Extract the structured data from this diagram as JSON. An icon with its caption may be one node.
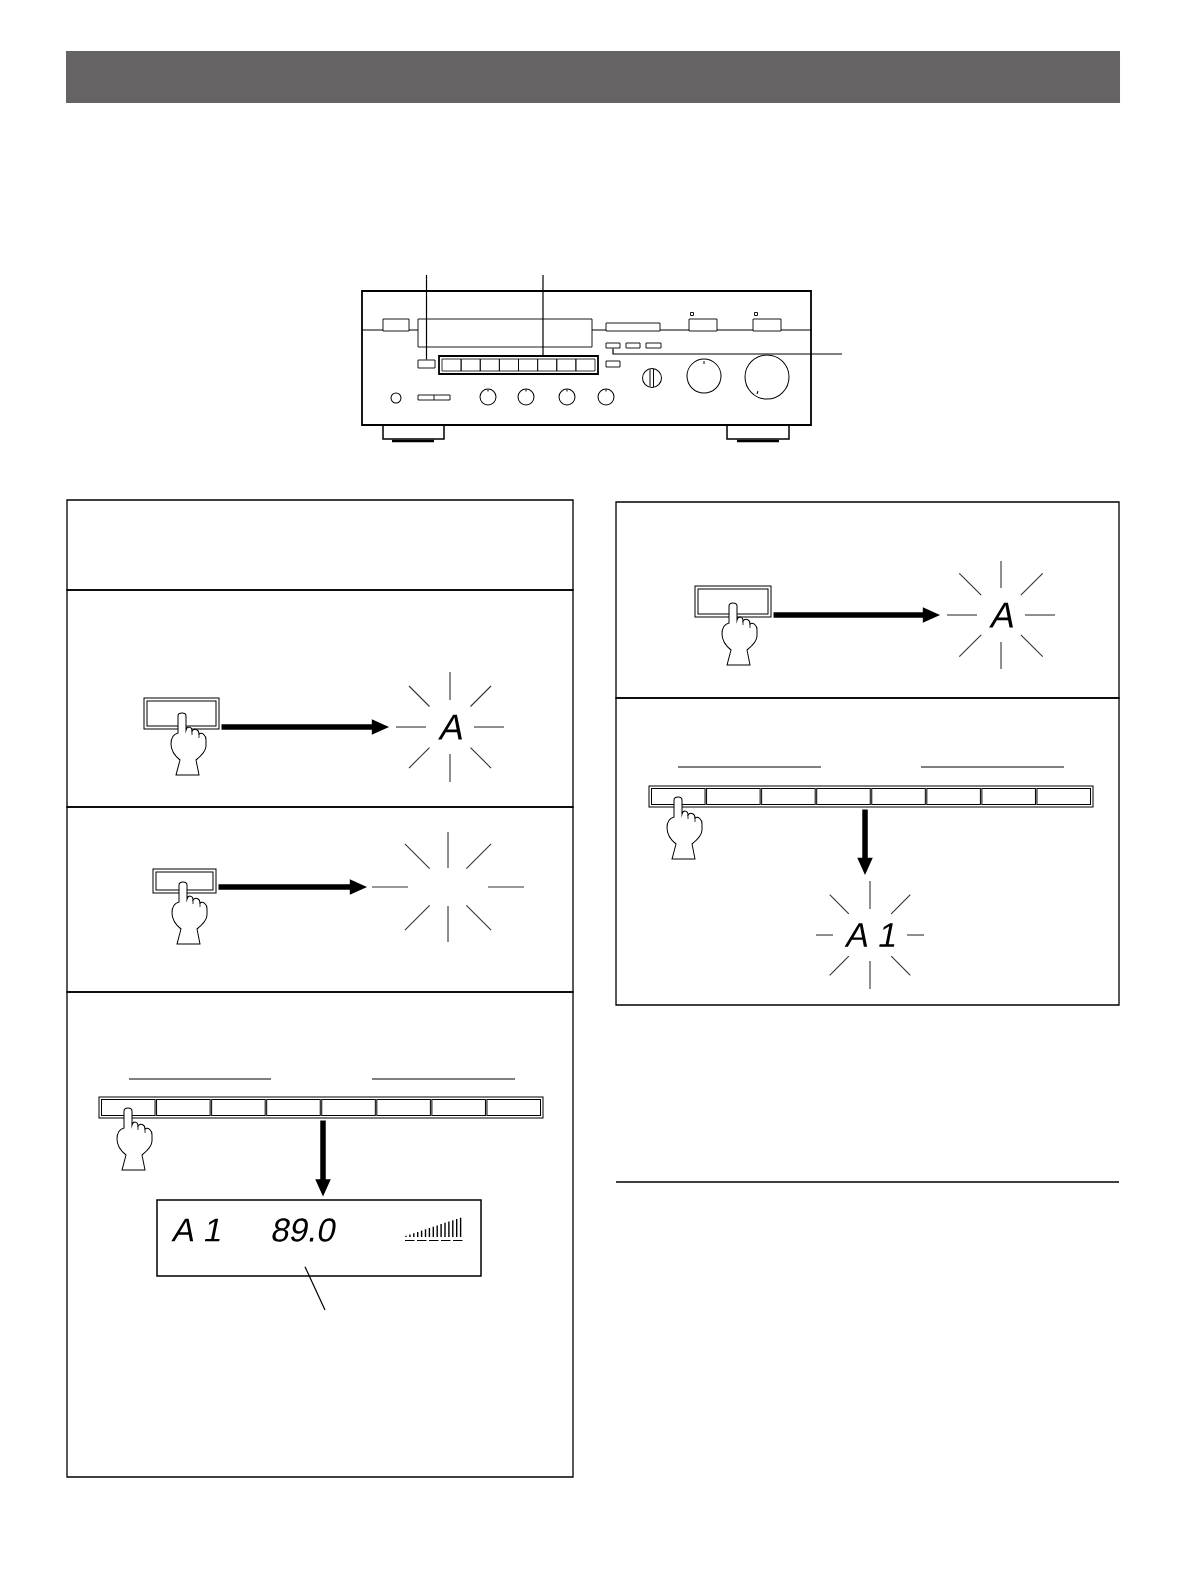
{
  "diagram": {
    "nodes": [
      {
        "text": [],
        "shape": "picture"
      },
      {
        "text": [],
        "shape": "box",
        "in": 0
      },
      {
        "text": [],
        "shape": "box",
        "in": 0
      },
      {
        "text": [],
        "shape": "box",
        "in": 0
      },
      {
        "text": [],
        "shape": "box"
      },
      {
        "text": [],
        "shape": "box"
      },
      {
        "text": [],
        "shape": "box",
        "in": 5
      },
      {
        "text": [
          "A"
        ],
        "in": 5
      },
      {
        "text": [],
        "shape": "box"
      },
      {
        "text": [],
        "shape": "box",
        "in": 8
      },
      {
        "text": [],
        "shape": "starburst",
        "in": 8
      },
      {
        "text": [],
        "shape": "box"
      },
      {
        "text": [],
        "shape": "box",
        "in": 11
      },
      {
        "text": [
          "A 1",
          "89.0"
        ],
        "in": 11
      },
      {
        "text": [],
        "shape": "box"
      },
      {
        "text": [],
        "shape": "box",
        "in": 14
      },
      {
        "text": [
          "A"
        ],
        "in": 14
      },
      {
        "text": [],
        "shape": "box"
      },
      {
        "text": [],
        "shape": "box",
        "in": 17
      },
      {
        "text": [
          "A 1"
        ],
        "in": 17
      }
    ],
    "edges": [
      {
        "from": null,
        "to": 1,
        "arrow": "none"
      },
      {
        "from": null,
        "to": 2,
        "arrow": "none"
      },
      {
        "from": null,
        "to": 3,
        "arrow": "none"
      },
      {
        "from": 6,
        "to": 7,
        "arrow": "to"
      },
      {
        "from": 9,
        "to": 10,
        "arrow": "to"
      },
      {
        "from": 12,
        "to": 13,
        "arrow": "to"
      },
      {
        "from": 15,
        "to": 16,
        "arrow": "to"
      },
      {
        "from": 18,
        "to": 19,
        "arrow": "to"
      },
      {
        "from": null,
        "to": 13,
        "arrow": "none"
      }
    ]
  }
}
